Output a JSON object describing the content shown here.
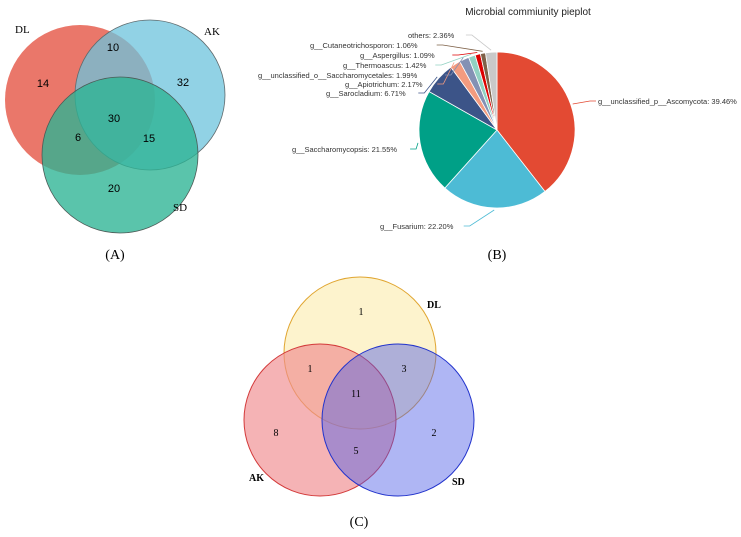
{
  "panels": {
    "a": "(A)",
    "b": "(B)",
    "c": "(C)"
  },
  "chart_data": [
    {
      "type": "venn",
      "panel": "A",
      "sets": [
        "DL",
        "AK",
        "SD"
      ],
      "colors": {
        "DL": "#e8685a",
        "AK": "#6cc3dc",
        "SD": "#2bb394"
      },
      "regions": {
        "DL_only": 14,
        "AK_only": 32,
        "SD_only": 20,
        "DL_AK": 10,
        "DL_SD": 6,
        "AK_SD": 15,
        "DL_AK_SD": 30
      }
    },
    {
      "type": "pie",
      "panel": "B",
      "title": "Microbial commiunity pieplot",
      "slices": [
        {
          "label": "g__unclassified_p__Ascomycota: 39.46%",
          "value": 39.46,
          "color": "#e34a33"
        },
        {
          "label": "g__Fusarium: 22.20%",
          "value": 22.2,
          "color": "#4dbbd5"
        },
        {
          "label": "g__Saccharomycopsis: 21.55%",
          "value": 21.55,
          "color": "#00a087"
        },
        {
          "label": "g__Sarocladium: 6.71%",
          "value": 6.71,
          "color": "#3c5488"
        },
        {
          "label": "g__Apiotrichum: 2.17%",
          "value": 2.17,
          "color": "#f39b7f"
        },
        {
          "label": "g__unclassified_o__Saccharomycetales: 1.99%",
          "value": 1.99,
          "color": "#8491b4"
        },
        {
          "label": "g__Thermoascus: 1.42%",
          "value": 1.42,
          "color": "#91d1c2"
        },
        {
          "label": "g__Aspergillus: 1.09%",
          "value": 1.09,
          "color": "#dc0000"
        },
        {
          "label": "g__Cutaneotrichosporon: 1.06%",
          "value": 1.06,
          "color": "#7e6148"
        },
        {
          "label": "others: 2.36%",
          "value": 2.36,
          "color": "#c9c9c9"
        }
      ]
    },
    {
      "type": "venn",
      "panel": "C",
      "sets": [
        "DL",
        "AK",
        "SD"
      ],
      "colors": {
        "DL": "#f5c64b",
        "AK": "#e8424a",
        "SD": "#2f3fd6"
      },
      "regions": {
        "DL_only": 1,
        "AK_only": 8,
        "SD_only": 2,
        "DL_AK": 1,
        "DL_SD": 3,
        "AK_SD": 5,
        "DL_AK_SD": 11
      }
    }
  ]
}
